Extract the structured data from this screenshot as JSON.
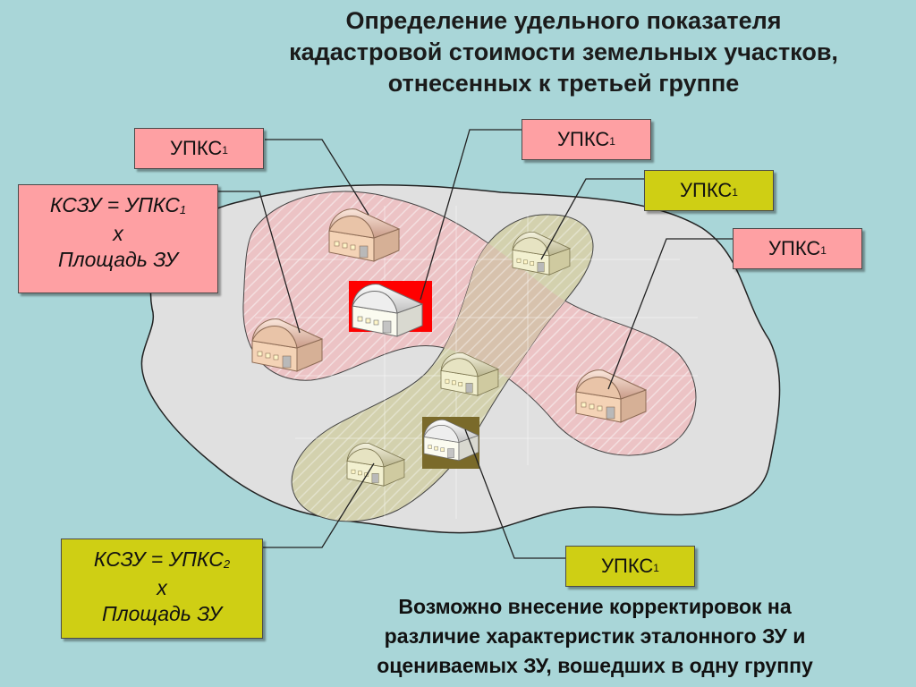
{
  "title": {
    "line1": "Определение удельного показателя",
    "line2": "кадастровой стоимости земельных участков,",
    "line3": "отнесенных к третьей группе"
  },
  "labels": {
    "upks_main": "УПКС",
    "upks_sub1": "1",
    "upks_sub2": "2"
  },
  "formula_pink": {
    "lhs": "КСЗУ = УПКС",
    "sub": "1",
    "times": "х",
    "area": "Площадь ЗУ"
  },
  "formula_olive": {
    "lhs": "КСЗУ = УПКС",
    "sub": "2",
    "times": "х",
    "area": "Площадь ЗУ"
  },
  "note": {
    "line1": "Возможно внесение корректировок на",
    "line2": "различие характеристик эталонного ЗУ и",
    "line3": "оцениваемых ЗУ, вошедших в одну группу"
  },
  "colors": {
    "background": "#a9d6d8",
    "territory": "#e0e0e0",
    "pink_label": "#fea0a3",
    "olive_label": "#cfcf14",
    "reference_highlight": "#ff0000",
    "reference_highlight_2": "#7a6a2a"
  },
  "icons": [
    "building-icon",
    "reference-building-icon"
  ]
}
